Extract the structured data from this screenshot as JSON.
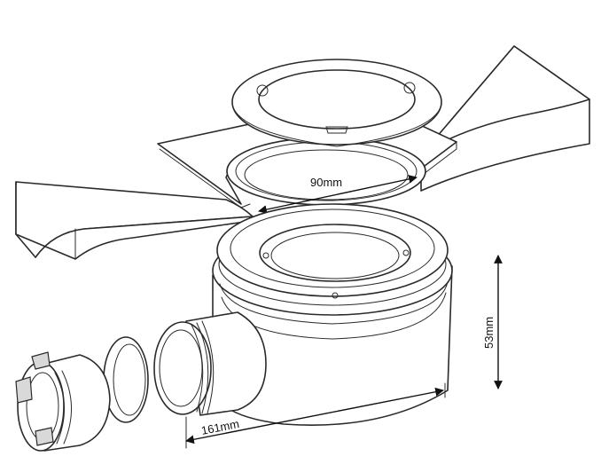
{
  "dimensions": {
    "grate_diameter": "90mm",
    "height": "53mm",
    "length": "161mm"
  },
  "colors": {
    "line": "#2a2a2a",
    "fill": "#ffffff",
    "shade": "#d9d9d9"
  }
}
